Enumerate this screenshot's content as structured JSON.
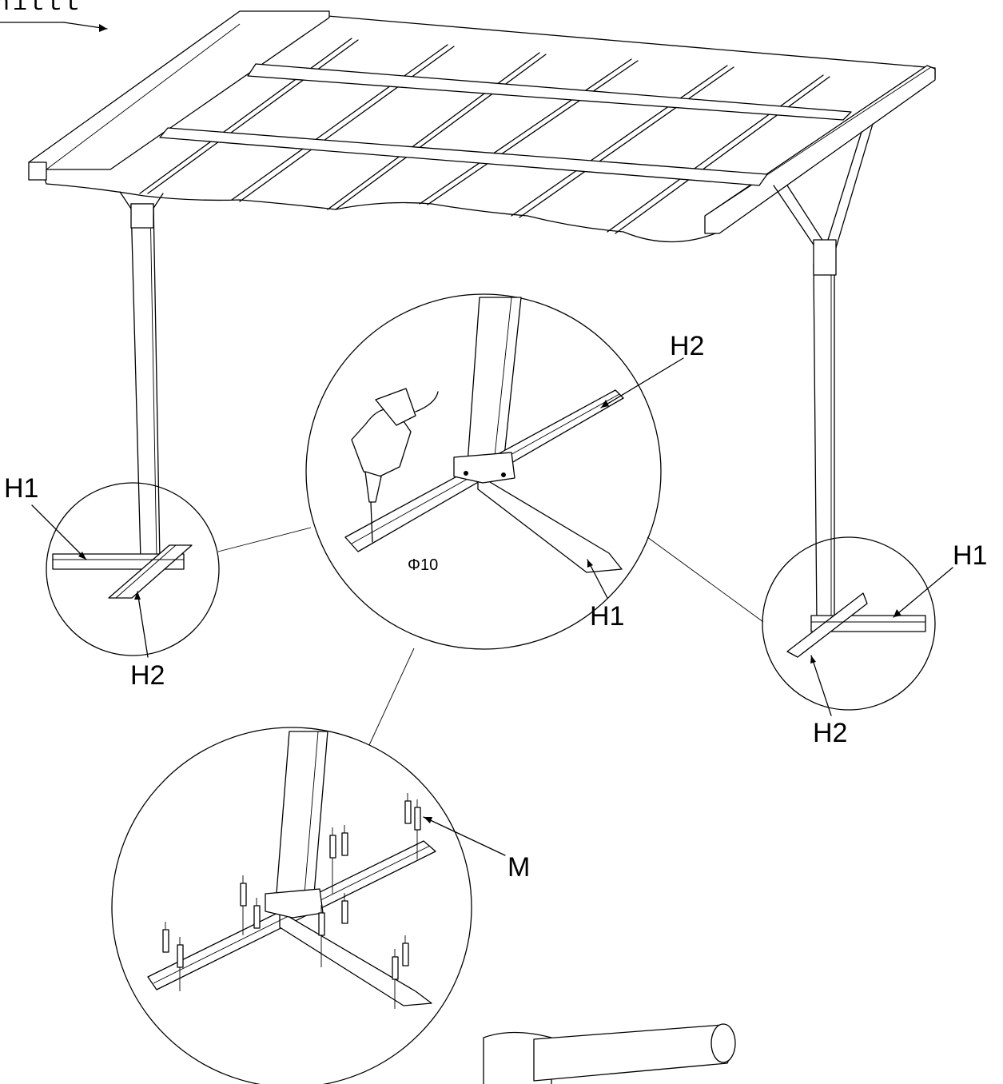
{
  "title_fragment": "nittt",
  "callouts": {
    "left_detail": {
      "h1": "H1",
      "h2": "H2"
    },
    "center_detail": {
      "h1": "H1",
      "h2": "H2",
      "drill_size": "Φ10"
    },
    "right_detail": {
      "h1": "H1",
      "h2": "H2"
    },
    "bottom_detail": {
      "anchor": "M"
    }
  },
  "icons": [
    "pergola-frame-icon",
    "drill-icon",
    "mallet-icon",
    "anchor-bolt-icon"
  ]
}
